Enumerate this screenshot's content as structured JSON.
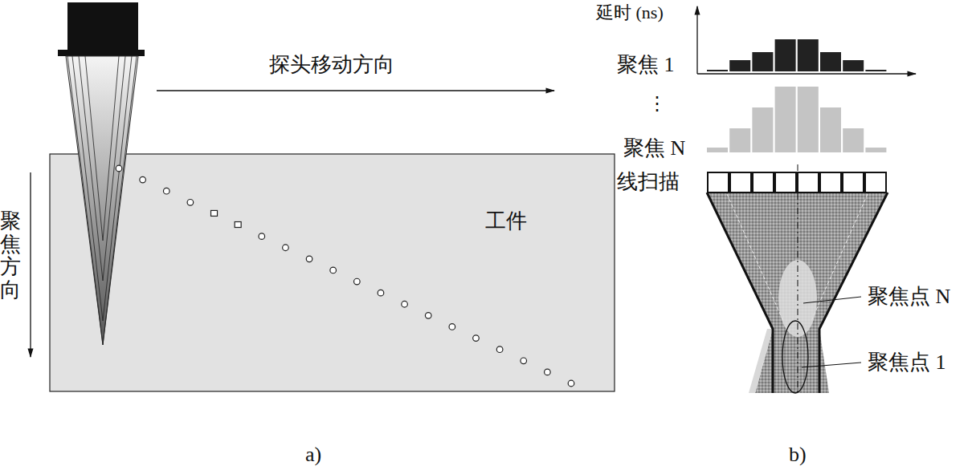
{
  "diagram": {
    "nodes": [
      {
        "text": [
          "工件"
        ]
      }
    ],
    "labels": [
      "探头移动方向",
      "聚焦方向",
      "延时 (ns)",
      "聚焦 1",
      "⋮",
      "聚焦 N",
      "线扫描",
      "聚焦点 N",
      "聚焦点 1",
      "a)",
      "b)"
    ]
  }
}
